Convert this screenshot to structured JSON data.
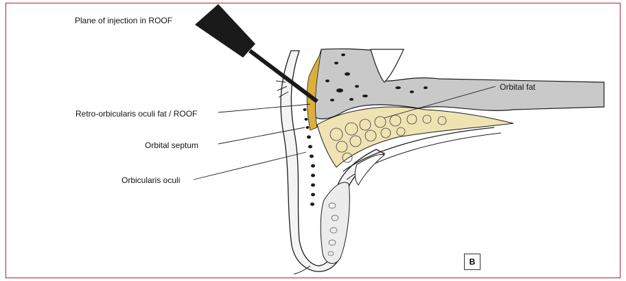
{
  "figure": {
    "panel_label": "B",
    "colors": {
      "frame": "#b01e2e",
      "bone": "#c9c9c9",
      "fat": "#efe3b4",
      "roof_fat": "#dcae3c",
      "ink": "#1a1a1a"
    },
    "labels": {
      "injection_plane": "Plane of injection in ROOF",
      "orbital_fat": "Orbital fat",
      "roof": "Retro-orbicularis oculi fat / ROOF",
      "orbital_septum": "Orbital septum",
      "orbicularis_oculi": "Orbicularis oculi"
    }
  }
}
